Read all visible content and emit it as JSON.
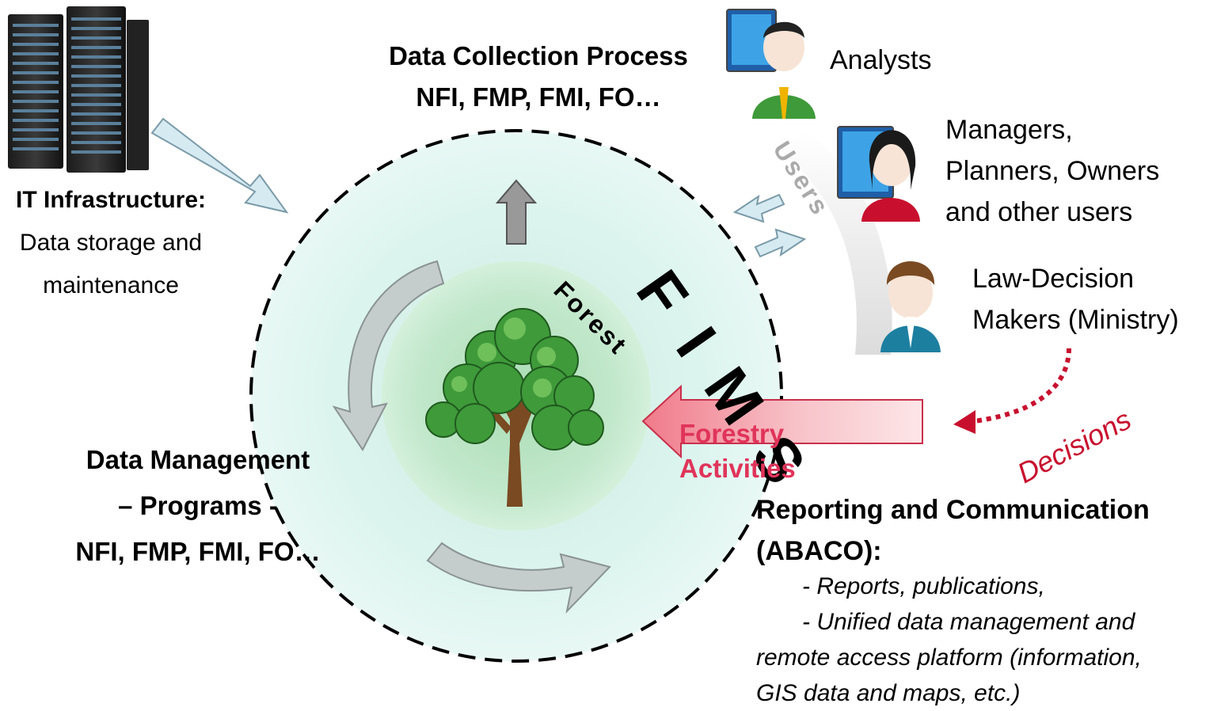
{
  "fims_label": "FIMS",
  "forest_label": "Forest",
  "users_label": "Users",
  "decisions_label": "Decisions",
  "forestry_activities": [
    "Forestry",
    "Activities"
  ],
  "it_infrastructure": {
    "title": "IT Infrastructure:",
    "lines": [
      "Data storage and",
      "maintenance"
    ]
  },
  "data_collection": {
    "line1": "Data Collection Process",
    "line2": "NFI, FMP, FMI, FO…"
  },
  "data_management": {
    "line1": "Data Management",
    "line2": "– Programs -",
    "line3": "NFI, FMP, FMI, FO…"
  },
  "users": {
    "analysts": "Analysts",
    "managers": [
      "Managers,",
      "Planners, Owners",
      "and other users"
    ],
    "law": [
      "Law-Decision",
      "Makers (Ministry)"
    ]
  },
  "reporting": {
    "title1": "Reporting and Communication",
    "title2": "(ABACO):",
    "items": [
      "- Reports, publications,",
      "- Unified data management and",
      "remote access platform (information,",
      "GIS data and maps, etc.)"
    ]
  },
  "colors": {
    "circle_fill": "#dff5ee",
    "inner_fill": "#bfe6c8",
    "arrow_light": "#d6eaf2",
    "arrow_grey": "#c5cccc",
    "forestry_red": "#e0345a",
    "decisions_red": "#c8102e"
  }
}
